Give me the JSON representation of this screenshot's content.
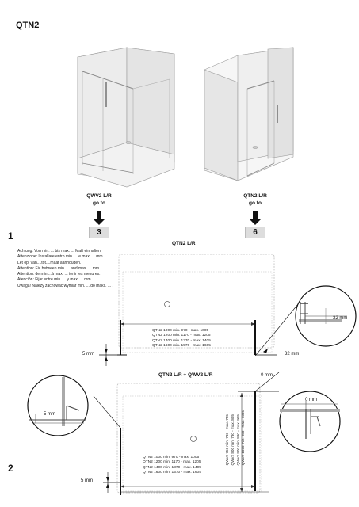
{
  "header": {
    "title": "QTN2"
  },
  "illustrations": [
    {
      "caption_line1": "QWV2 L/R",
      "caption_line2": "go to",
      "step": "3"
    },
    {
      "caption_line1": "QTN2 L/R",
      "caption_line2": "go to",
      "step": "6"
    }
  ],
  "section1": {
    "number": "1",
    "title": "QTN2 L/R",
    "warnings": [
      "Achtung: Von min. ... bis max. ... Maß einhalten.",
      "Attenzione: Installare entro min. ... e max. ... mm.",
      "Let op: van....tot....maat aanhouden.",
      "Attention: Fix between min. ... and max. ... mm.",
      "Attention: de min ...à max. ... tenir les mesures.",
      "Atención: Fijar entre min. ... y max. ... mm.",
      "Uwaga! Należy zachować wymiar min. ... do maks. ... ."
    ],
    "table": [
      "QTN2  1000   min.   970 - max. 1005",
      "QTN2  1200   min. 1170 - max. 1205",
      "QTN2  1400   min. 1370 - max. 1405",
      "QTN2  1600   min. 1570 - max. 1605"
    ],
    "dim_left": "5 mm",
    "dim_right": "32 mm",
    "detail_dim": "32 mm"
  },
  "section2": {
    "number": "2",
    "title": "QTN2 L/R + QWV2 L/R",
    "dim_top": "0 mm",
    "detail_left_dim": "5 mm",
    "detail_right_dim": "0 mm",
    "dim_bottom_left": "5 mm",
    "table": [
      "QTN2  1000   min.   970 - max. 1005",
      "QTN2  1200   min. 1170 - max. 1205",
      "QTN2  1400   min. 1370 - max. 1405",
      "QTN2  1600   min. 1570 - max. 1605"
    ],
    "vtable": [
      "QWV2   750   min. 730 - max.  755",
      "QWV2   800   min. 780 - max.  805",
      "QWV2   900   min. 880 - max.  905",
      "QWV2  1000   min. 980 - max. 1005"
    ]
  }
}
